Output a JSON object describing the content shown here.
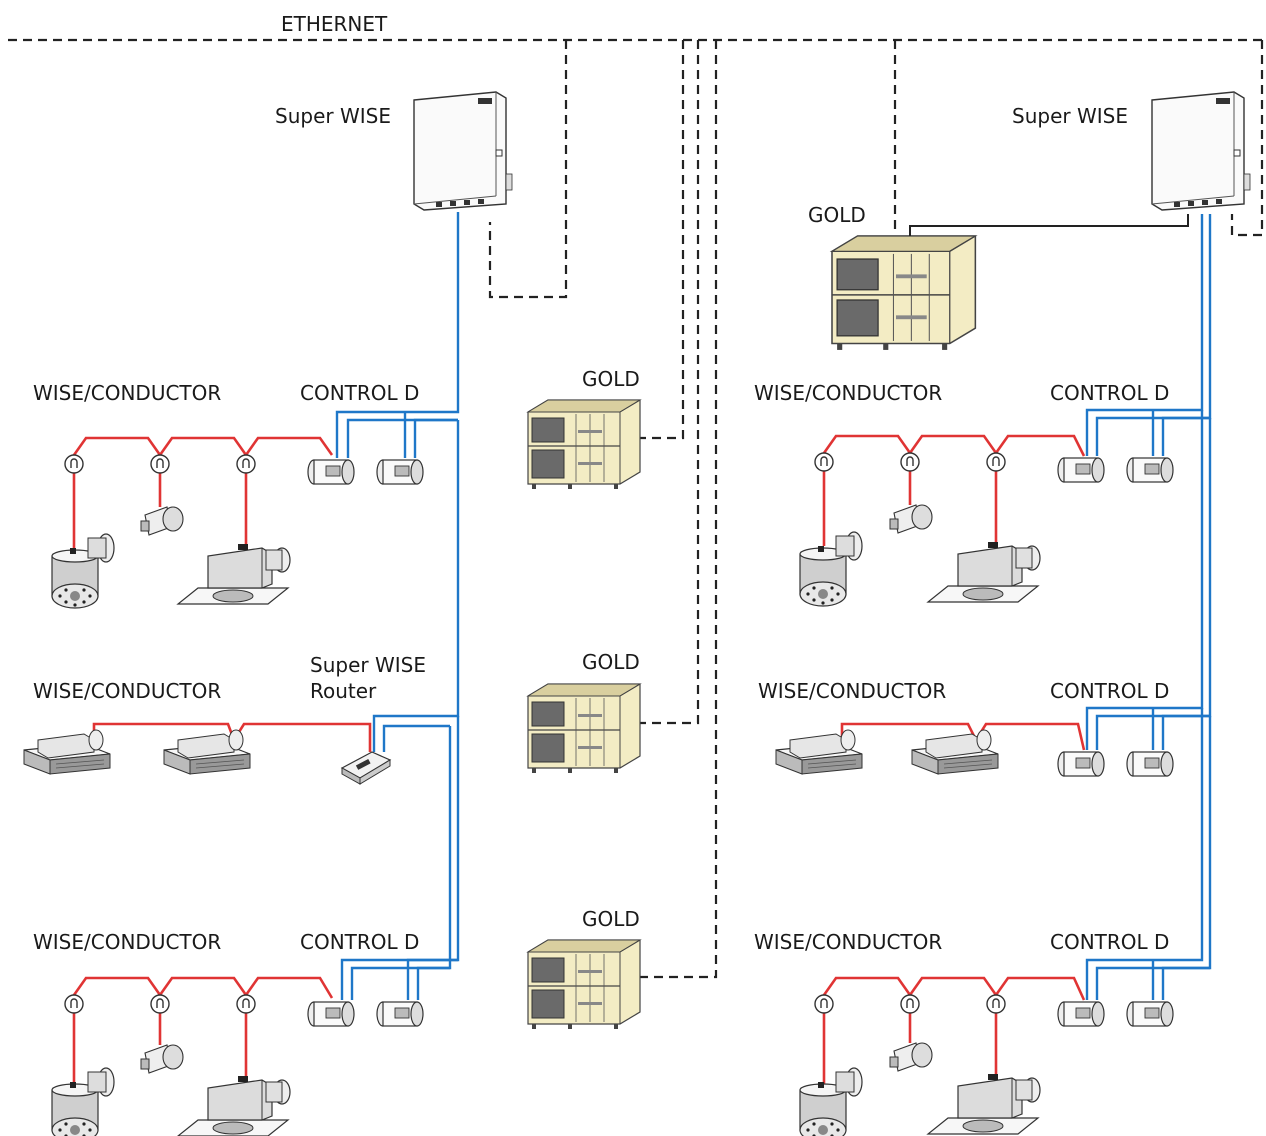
{
  "diagram": {
    "ethernet_label": "ETHERNET",
    "super_wise_label": "Super WISE",
    "gold_label": "GOLD",
    "wise_conductor_label": "WISE/CONDUCTOR",
    "control_d_label": "CONTROL D",
    "router_label_line1": "Super WISE",
    "router_label_line2": "Router"
  },
  "colors": {
    "ethernet": "#222222",
    "control_bus": "#1f77c8",
    "conductor_bus": "#e03434",
    "gold_unit": "#f2ecc6"
  },
  "icons": [
    "super-wise-controller-icon",
    "gold-air-handler-icon",
    "damper-icon",
    "room-unit-icon",
    "ceiling-cassette-icon",
    "router-icon",
    "round-diffuser-icon",
    "sensor-icon"
  ]
}
